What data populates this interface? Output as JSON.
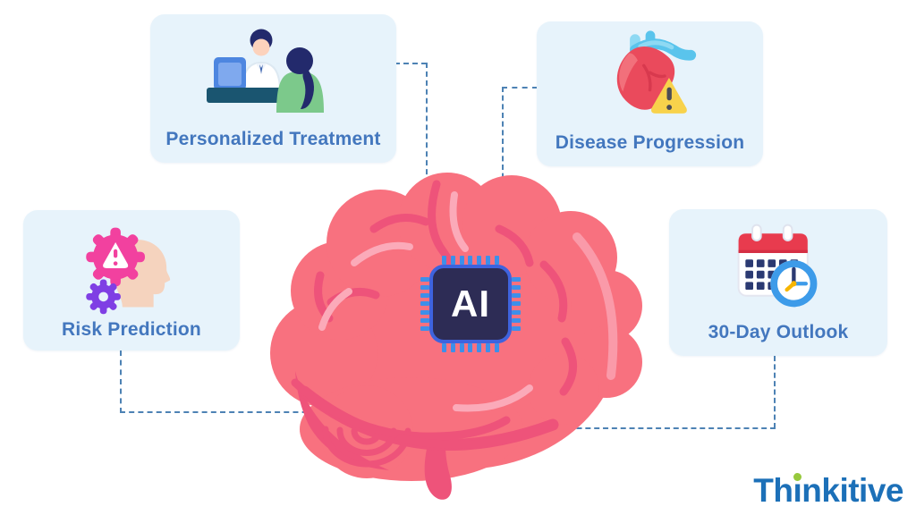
{
  "page": {
    "background": "#ffffff"
  },
  "colors": {
    "card_bg": "#e7f3fb",
    "label_text": "#4377be",
    "connector_dash": "#4d82b4",
    "brain_main": "#f8717f",
    "brain_dark": "#ee537a",
    "brain_light": "#fbaab9",
    "chip_body": "#2d2c55",
    "chip_border": "#3e63de",
    "chip_pin": "#3e8fe9",
    "logo_text": "#1c70b8",
    "logo_dot": "#97c93d"
  },
  "cards": [
    {
      "label": "Personalized Treatment",
      "icon": "doctor-patient-consultation"
    },
    {
      "label": "Disease Progression",
      "icon": "heart-warning"
    },
    {
      "label": "Risk Prediction",
      "icon": "head-gears-warning"
    },
    {
      "label": "30-Day Outlook",
      "icon": "calendar-clock"
    }
  ],
  "center": {
    "chip_label": "AI",
    "figure": "brain-illustration"
  },
  "logo": {
    "prefix": "Th",
    "i_char": "ı",
    "suffix": "nkitive"
  }
}
